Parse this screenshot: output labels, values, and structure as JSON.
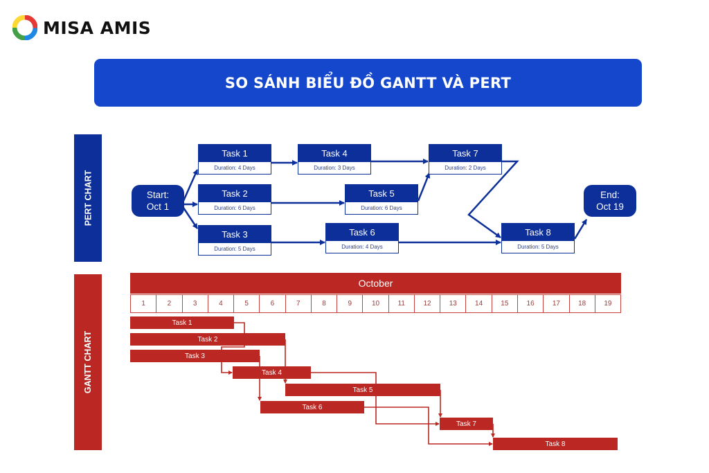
{
  "brand": {
    "name": "MISA AMIS"
  },
  "header": {
    "title": "SO SÁNH BIỂU ĐỒ GANTT VÀ PERT",
    "color": "#1547cc"
  },
  "pert": {
    "label": "PERT CHART",
    "color": "#0d2f99",
    "start": {
      "line1": "Start:",
      "line2": "Oct 1"
    },
    "end": {
      "line1": "End:",
      "line2": "Oct 19"
    },
    "tasks": [
      {
        "name": "Task 1",
        "duration": "Duration: 4 Days"
      },
      {
        "name": "Task 2",
        "duration": "Duration: 6 Days"
      },
      {
        "name": "Task 3",
        "duration": "Duration: 5 Days"
      },
      {
        "name": "Task 4",
        "duration": "Duration: 3 Days"
      },
      {
        "name": "Task 5",
        "duration": "Duration: 6 Days"
      },
      {
        "name": "Task 6",
        "duration": "Duration: 4 Days"
      },
      {
        "name": "Task 7",
        "duration": "Duration: 2 Days"
      },
      {
        "name": "Task 8",
        "duration": "Duration: 5 Days"
      }
    ],
    "dependencies": [
      [
        "Start",
        "Task 1"
      ],
      [
        "Start",
        "Task 2"
      ],
      [
        "Start",
        "Task 3"
      ],
      [
        "Task 1",
        "Task 4"
      ],
      [
        "Task 2",
        "Task 5"
      ],
      [
        "Task 3",
        "Task 6"
      ],
      [
        "Task 4",
        "Task 7"
      ],
      [
        "Task 5",
        "Task 7"
      ],
      [
        "Task 7",
        "Task 8"
      ],
      [
        "Task 6",
        "Task 8"
      ],
      [
        "Task 8",
        "End"
      ]
    ]
  },
  "gantt": {
    "label": "GANTT CHART",
    "color": "#bb2722",
    "month": "October",
    "days": [
      "1",
      "2",
      "3",
      "4",
      "5",
      "6",
      "7",
      "8",
      "9",
      "10",
      "11",
      "12",
      "13",
      "14",
      "15",
      "16",
      "17",
      "18",
      "19"
    ],
    "tasks": [
      {
        "name": "Task 1"
      },
      {
        "name": "Task 2"
      },
      {
        "name": "Task 3"
      },
      {
        "name": "Task 4"
      },
      {
        "name": "Task 5"
      },
      {
        "name": "Task 6"
      },
      {
        "name": "Task 7"
      },
      {
        "name": "Task 8"
      }
    ]
  },
  "chart_data": {
    "type": "gantt",
    "title": "SO SÁNH BIỂU ĐỒ GANTT VÀ PERT",
    "month": "October",
    "x_ticks": [
      1,
      2,
      3,
      4,
      5,
      6,
      7,
      8,
      9,
      10,
      11,
      12,
      13,
      14,
      15,
      16,
      17,
      18,
      19
    ],
    "tasks": [
      {
        "name": "Task 1",
        "start_day": 1,
        "end_day": 4,
        "duration_days": 4
      },
      {
        "name": "Task 2",
        "start_day": 1,
        "end_day": 6,
        "duration_days": 6
      },
      {
        "name": "Task 3",
        "start_day": 1,
        "end_day": 5,
        "duration_days": 5
      },
      {
        "name": "Task 4",
        "start_day": 5,
        "end_day": 7,
        "duration_days": 3
      },
      {
        "name": "Task 5",
        "start_day": 7,
        "end_day": 12,
        "duration_days": 6
      },
      {
        "name": "Task 6",
        "start_day": 6,
        "end_day": 9,
        "duration_days": 4
      },
      {
        "name": "Task 7",
        "start_day": 13,
        "end_day": 14,
        "duration_days": 2
      },
      {
        "name": "Task 8",
        "start_day": 15,
        "end_day": 19,
        "duration_days": 5
      }
    ],
    "pert_start": "Oct 1",
    "pert_end": "Oct 19"
  }
}
